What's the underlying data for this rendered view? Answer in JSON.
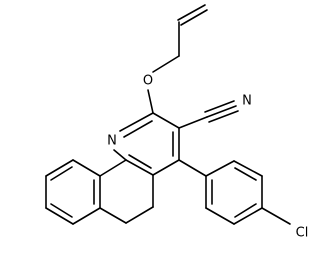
{
  "molecule": {
    "atom_labels": {
      "oxygen": "O",
      "nitrogen_ring": "N",
      "nitrogen_nitrile": "N",
      "chlorine": "Cl"
    },
    "colors": {
      "bond": "#000000",
      "label": "#000000",
      "background": "#ffffff"
    }
  }
}
